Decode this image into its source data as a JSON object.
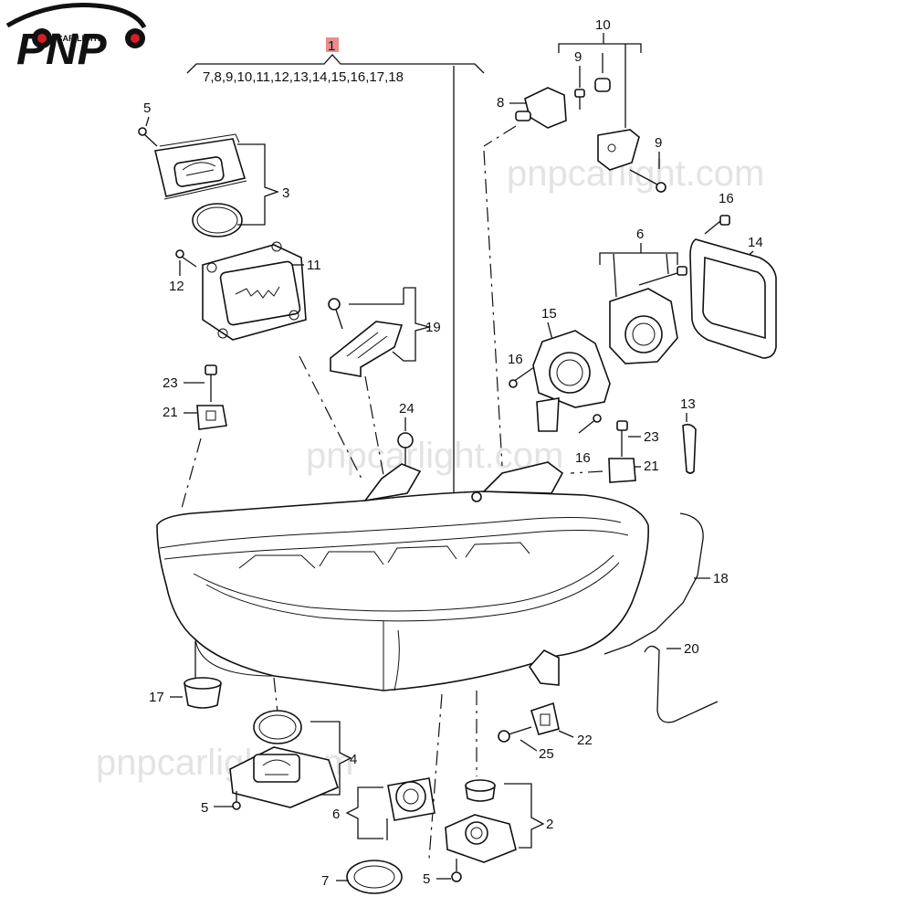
{
  "logo": {
    "text": "CAR LIGHT",
    "letters": "PNP"
  },
  "watermark": "pnpcarlight.com",
  "assembly": {
    "number": "1",
    "components": "7,8,9,10,11,12,13,14,15,16,17,18"
  },
  "labels": {
    "l1": "1",
    "l2": "2",
    "l3": "3",
    "l4": "4",
    "l5a": "5",
    "l5b": "5",
    "l5c": "5",
    "l6a": "6",
    "l6b": "6",
    "l7": "7",
    "l8": "8",
    "l9a": "9",
    "l9b": "9",
    "l10": "10",
    "l11": "11",
    "l12": "12",
    "l13": "13",
    "l14": "14",
    "l15": "15",
    "l16a": "16",
    "l16b": "16",
    "l16c": "16",
    "l17": "17",
    "l18": "18",
    "l19": "19",
    "l20": "20",
    "l21a": "21",
    "l21b": "21",
    "l22": "22",
    "l23a": "23",
    "l23b": "23",
    "l24": "24",
    "l25": "25"
  },
  "colors": {
    "highlight": "#e88c8c",
    "line": "#111111",
    "watermark": "#e3e3e3",
    "logo_red": "#d21f26"
  }
}
